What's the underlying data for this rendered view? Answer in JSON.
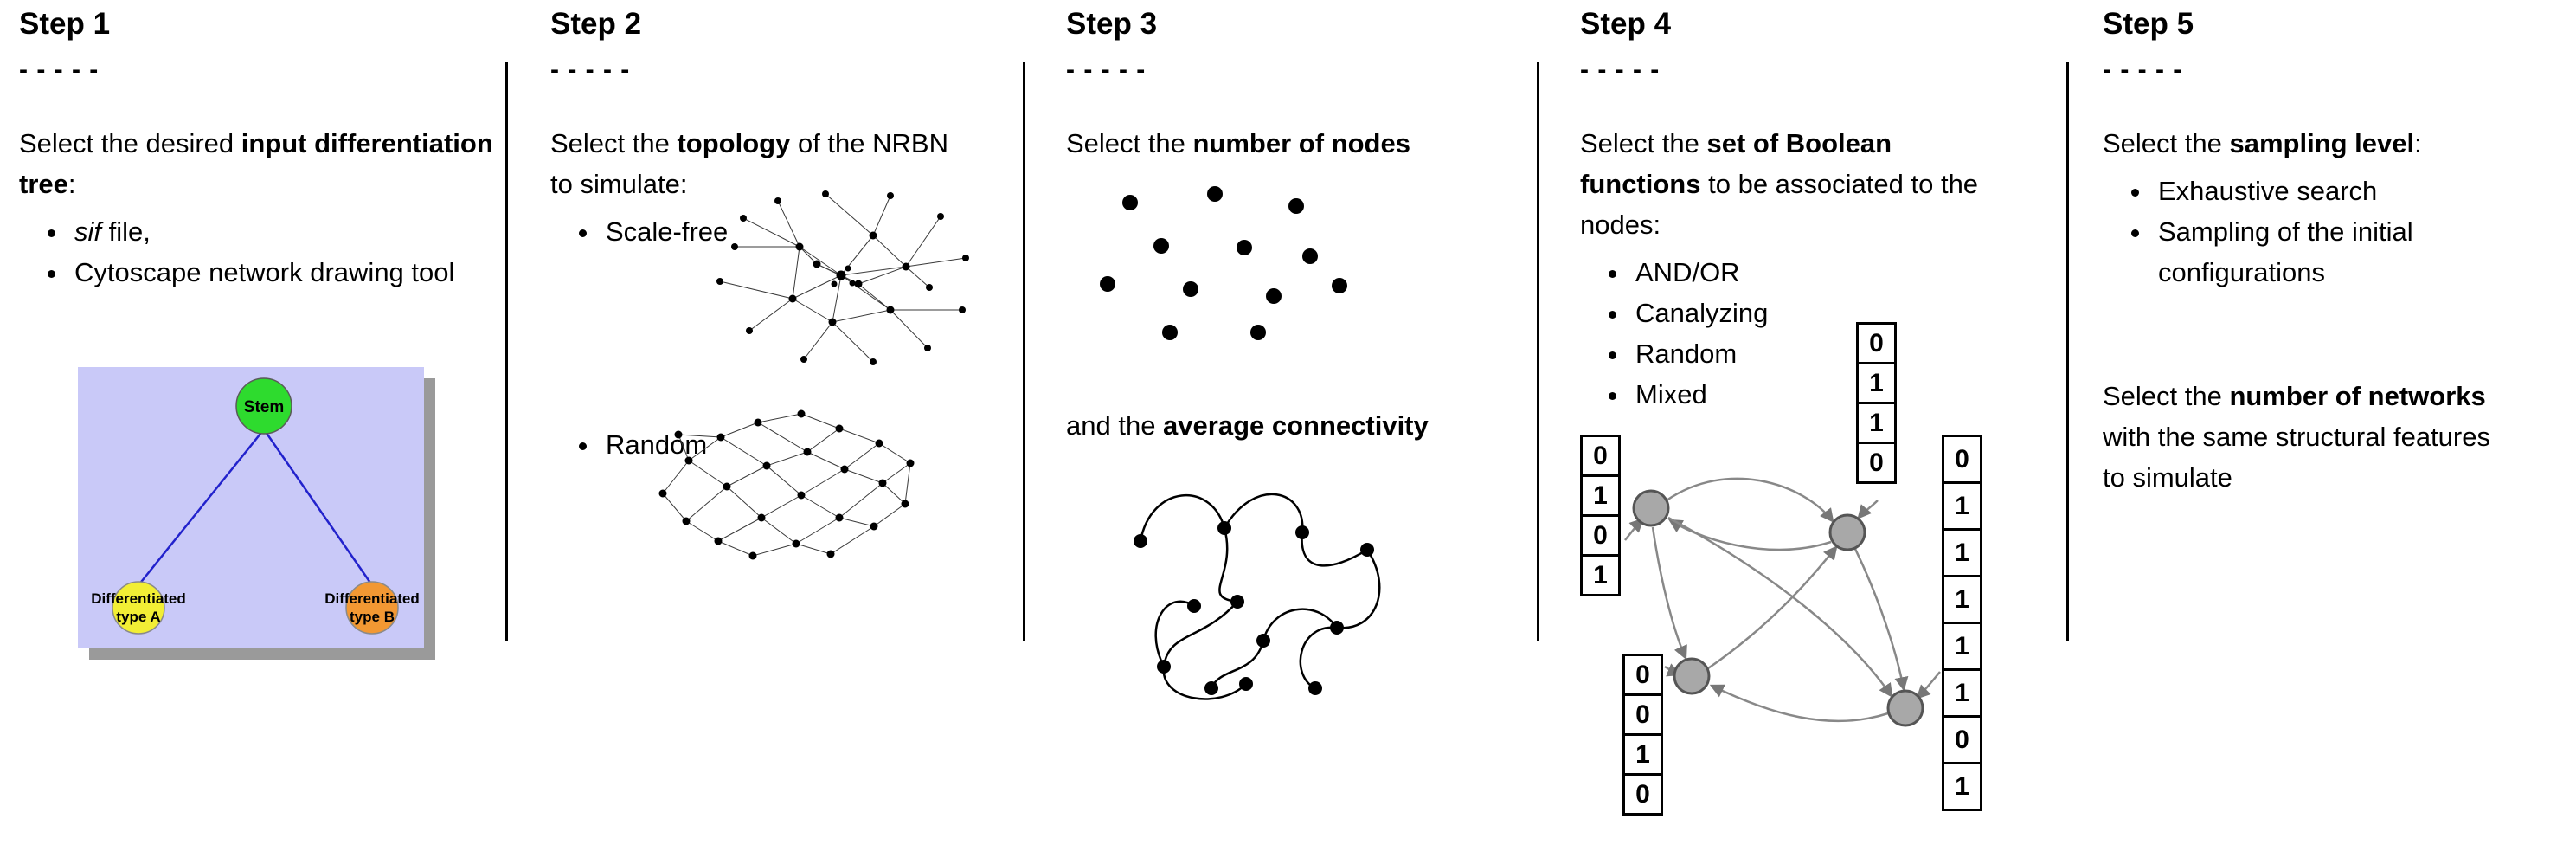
{
  "step1": {
    "title": "Step 1",
    "dashes": "- - - - -",
    "intro_pre": "Select the desired ",
    "intro_bold": "input differentiation tree",
    "intro_post": ":",
    "bullet1_italic": "sif",
    "bullet1_rest": " file,",
    "bullet2": "Cytoscape network drawing tool",
    "tree": {
      "stem_label": "Stem",
      "diff_label": "Differentiated",
      "typeA_label": "type A",
      "typeB_label": "type B",
      "colors": {
        "bg": "#c9c9f8",
        "shadow": "#9a9a9a",
        "stem": "#2edb2e",
        "typeA": "#f2ee35",
        "typeB": "#f29833",
        "edge": "#2222cc"
      }
    }
  },
  "step2": {
    "title": "Step 2",
    "dashes": "- - - - -",
    "intro_pre": "Select the ",
    "intro_bold": "topology",
    "intro_post": " of the NRBN to simulate:",
    "bullets": [
      "Scale-free",
      "Random"
    ]
  },
  "step3": {
    "title": "Step 3",
    "dashes": "- - - - -",
    "line1_pre": "Select the ",
    "line1_bold": "number of nodes",
    "line2_pre": "and the ",
    "line2_bold": "average connectivity"
  },
  "step4": {
    "title": "Step 4",
    "dashes": "- - - - -",
    "intro_pre": "Select the ",
    "intro_bold": "set of Boolean functions",
    "intro_post": " to be associated to the nodes:",
    "bullets": [
      "AND/OR",
      "Canalyzing",
      "Random",
      "Mixed"
    ],
    "tables": {
      "left": [
        "0",
        "1",
        "0",
        "1"
      ],
      "top": [
        "0",
        "1",
        "1",
        "0"
      ],
      "bottom": [
        "0",
        "0",
        "1",
        "0"
      ],
      "right": [
        "0",
        "1",
        "1",
        "1",
        "1",
        "1",
        "0",
        "1"
      ]
    },
    "node_color": "#a8a8a8"
  },
  "step5": {
    "title": "Step 5",
    "dashes": "- - - - -",
    "intro_pre": "Select the ",
    "intro_bold": "sampling level",
    "intro_post": ":",
    "bullets": [
      "Exhaustive search",
      "Sampling of the initial configurations"
    ],
    "para2_pre": "Select the ",
    "para2_bold": "number of networks",
    "para2_post": " with the same structural features to simulate"
  }
}
